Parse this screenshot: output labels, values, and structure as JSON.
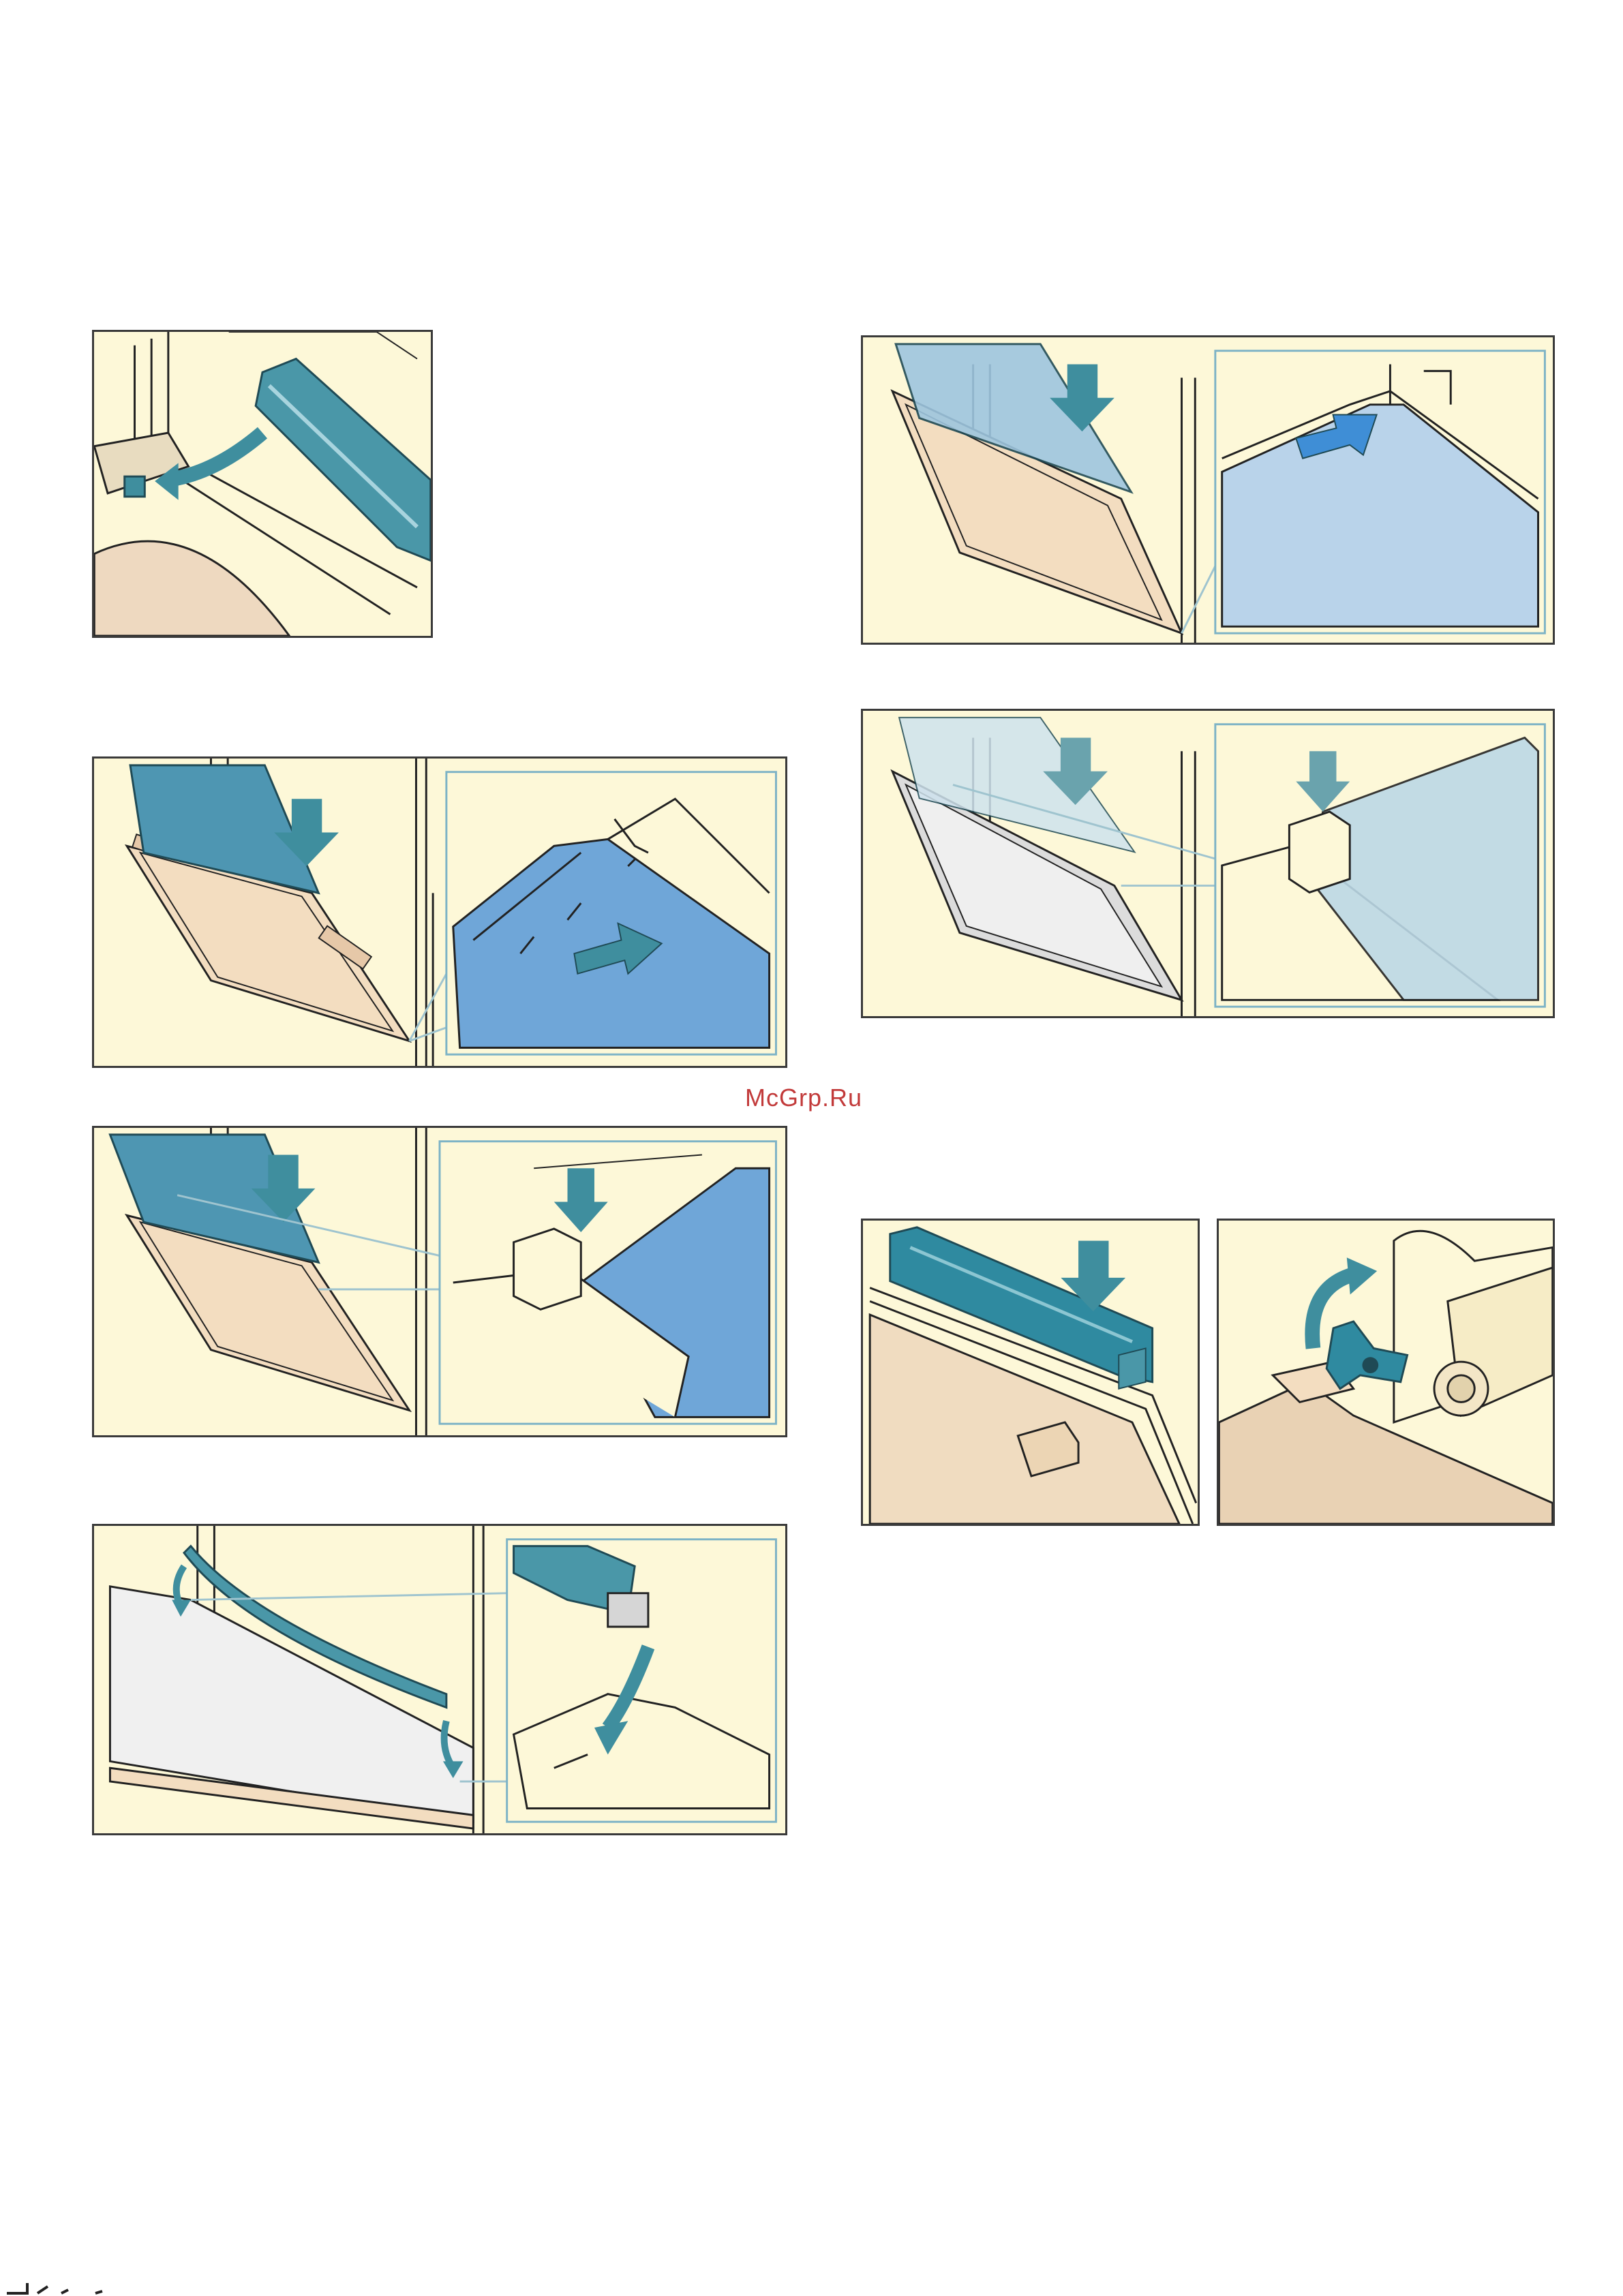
{
  "page": {
    "watermark": "McGrp.Ru"
  },
  "palette": {
    "panel_bg": "#fdf8d8",
    "teal": "#3f8e9e",
    "blue_glass": "#6fa6d8",
    "door_beige": "#f0dcc0",
    "line": "#222222"
  },
  "panels": [
    {
      "name": "step-remove-top-cover",
      "icons": [
        "cover-strip",
        "arrow-icon"
      ]
    },
    {
      "name": "step-insert-inner-pane",
      "icons": [
        "glass-pane",
        "arrow-icon",
        "detail-inset"
      ]
    },
    {
      "name": "step-insert-pane-into-holder",
      "icons": [
        "glass-pane",
        "arrow-icon",
        "detail-inset"
      ]
    },
    {
      "name": "step-fit-seal-strip",
      "icons": [
        "seal-strip",
        "arrow-icon",
        "detail-inset"
      ]
    },
    {
      "name": "step-insert-outer-pane",
      "icons": [
        "glass-pane",
        "arrow-icon",
        "detail-inset"
      ]
    },
    {
      "name": "step-push-pane-into-clip",
      "icons": [
        "glass-pane",
        "arrow-icon",
        "detail-inset"
      ]
    },
    {
      "name": "step-attach-top-cover",
      "icons": [
        "cover-strip",
        "arrow-icon"
      ]
    },
    {
      "name": "step-close-hinge-lever",
      "icons": [
        "hinge-lever",
        "rotate-arrow-icon"
      ]
    }
  ]
}
